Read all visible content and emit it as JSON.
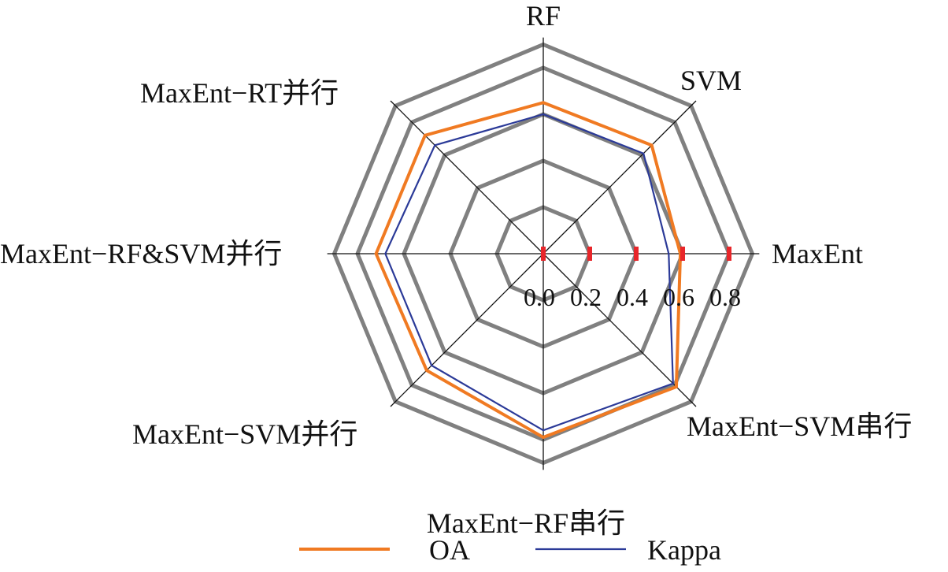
{
  "chart_data": {
    "type": "radar",
    "title": "",
    "categories": [
      "RF",
      "SVM",
      "MaxEnt",
      "MaxEnt−SVM串行",
      "MaxEnt−RF串行",
      "MaxEnt−SVM并行",
      "MaxEnt−RF&SVM并行",
      "MaxEnt−RT并行"
    ],
    "series": [
      {
        "name": "OA",
        "color": "#f07a22",
        "values": [
          0.65,
          0.66,
          0.59,
          0.81,
          0.79,
          0.71,
          0.72,
          0.72
        ]
      },
      {
        "name": "Kappa",
        "color": "#2b3a98",
        "values": [
          0.6,
          0.61,
          0.54,
          0.79,
          0.76,
          0.68,
          0.68,
          0.66
        ]
      }
    ],
    "rlim": [
      0,
      0.9
    ],
    "rings": [
      0.2,
      0.4,
      0.6,
      0.8,
      0.9
    ],
    "ticks": [
      0.0,
      0.2,
      0.4,
      0.6,
      0.8
    ],
    "tick_labels": [
      "0.0",
      "0.2",
      "0.4",
      "0.6",
      "0.8"
    ],
    "tick_color": "#e8262a",
    "grid_color": "#808080",
    "legend": "bottom"
  }
}
